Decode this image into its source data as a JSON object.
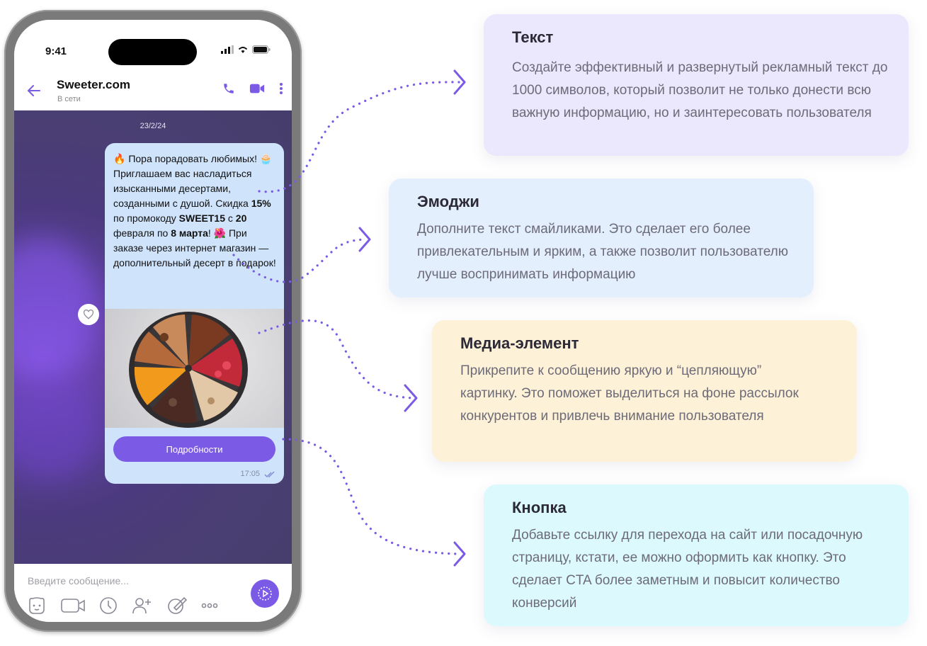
{
  "phone": {
    "status_time": "9:41",
    "contact_name": "Sweeter.com",
    "contact_status": "В сети",
    "date_label": "23/2/24",
    "message": {
      "emoji_1": "🔥",
      "line_1": "Пора порадовать любимых!",
      "emoji_2": "🧁",
      "line_2a": "Приглашаем вас насладиться изысканными десертами, созданными с душой. Скидка ",
      "discount": "15%",
      "line_2b": " по промокоду ",
      "promo_code": "SWEET15",
      "line_2c": "  с ",
      "date_from": "20",
      "line_2d": " февраля по ",
      "date_to": "8 марта",
      "line_2e": "! ",
      "emoji_3": "🌺",
      "line_3": " При заказе через интернет магазин — дополнительный десерт в подарок!",
      "button_label": "Подробности",
      "time": "17:05"
    },
    "composer": {
      "placeholder": "Введите сообщение..."
    }
  },
  "cards": [
    {
      "title": "Текст",
      "body": "Создайте эффективный и развернутый рекламный текст до 1000 символов, который позволит не только донести всю важную информацию, но и заинтересовать пользователя",
      "color": "#ebe7fd"
    },
    {
      "title": "Эмоджи",
      "body": "Дополните текст смайликами. Это сделает его более привлекательным и ярким, а также позволит пользователю лучше воспринимать информацию",
      "color": "#e3effd"
    },
    {
      "title": "Медиа-элемент",
      "body": "Прикрепите к сообщению яркую и “цепляющую” картинку. Это поможет выделиться на фоне рассылок конкурентов и привлечь внимание пользователя",
      "color": "#fdf1d8"
    },
    {
      "title": "Кнопка",
      "body": "Добавьте ссылку для перехода на сайт или посадочную страницу, кстати, ее можно оформить как кнопку. Это сделает CTA более заметным и повысит количество конверсий",
      "color": "#dcfafd"
    }
  ],
  "colors": {
    "accent": "#7b5ae6",
    "connector": "#7b5ae6"
  }
}
